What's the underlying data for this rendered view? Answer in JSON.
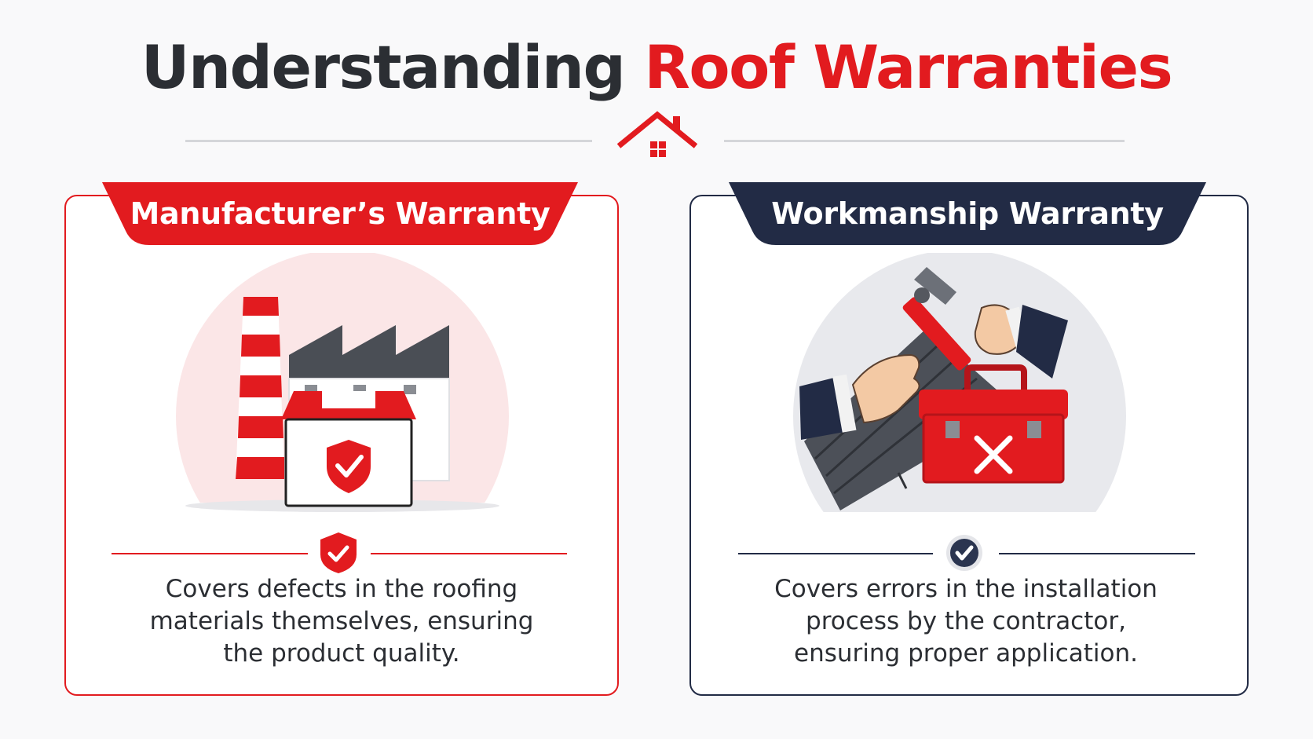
{
  "header": {
    "title_part1": "Understanding",
    "title_part2": "Roof Warranties"
  },
  "cards": [
    {
      "title": "Manufacturer’s Warranty",
      "description": "Covers defects in the roofing materials themselves, ensuring the product quality."
    },
    {
      "title": "Workmanship Warranty",
      "description": "Covers errors in the installation process by the contractor, ensuring proper application."
    }
  ],
  "colors": {
    "accent_red": "#e21b1f",
    "navy": "#222b45",
    "text_dark": "#2b2e33",
    "background": "#f9f9fa"
  },
  "icons": [
    "house-icon",
    "factory-icon",
    "shield-check-icon",
    "hammer-icon",
    "roof-shingles-icon",
    "toolbox-icon",
    "check-circle-icon"
  ]
}
